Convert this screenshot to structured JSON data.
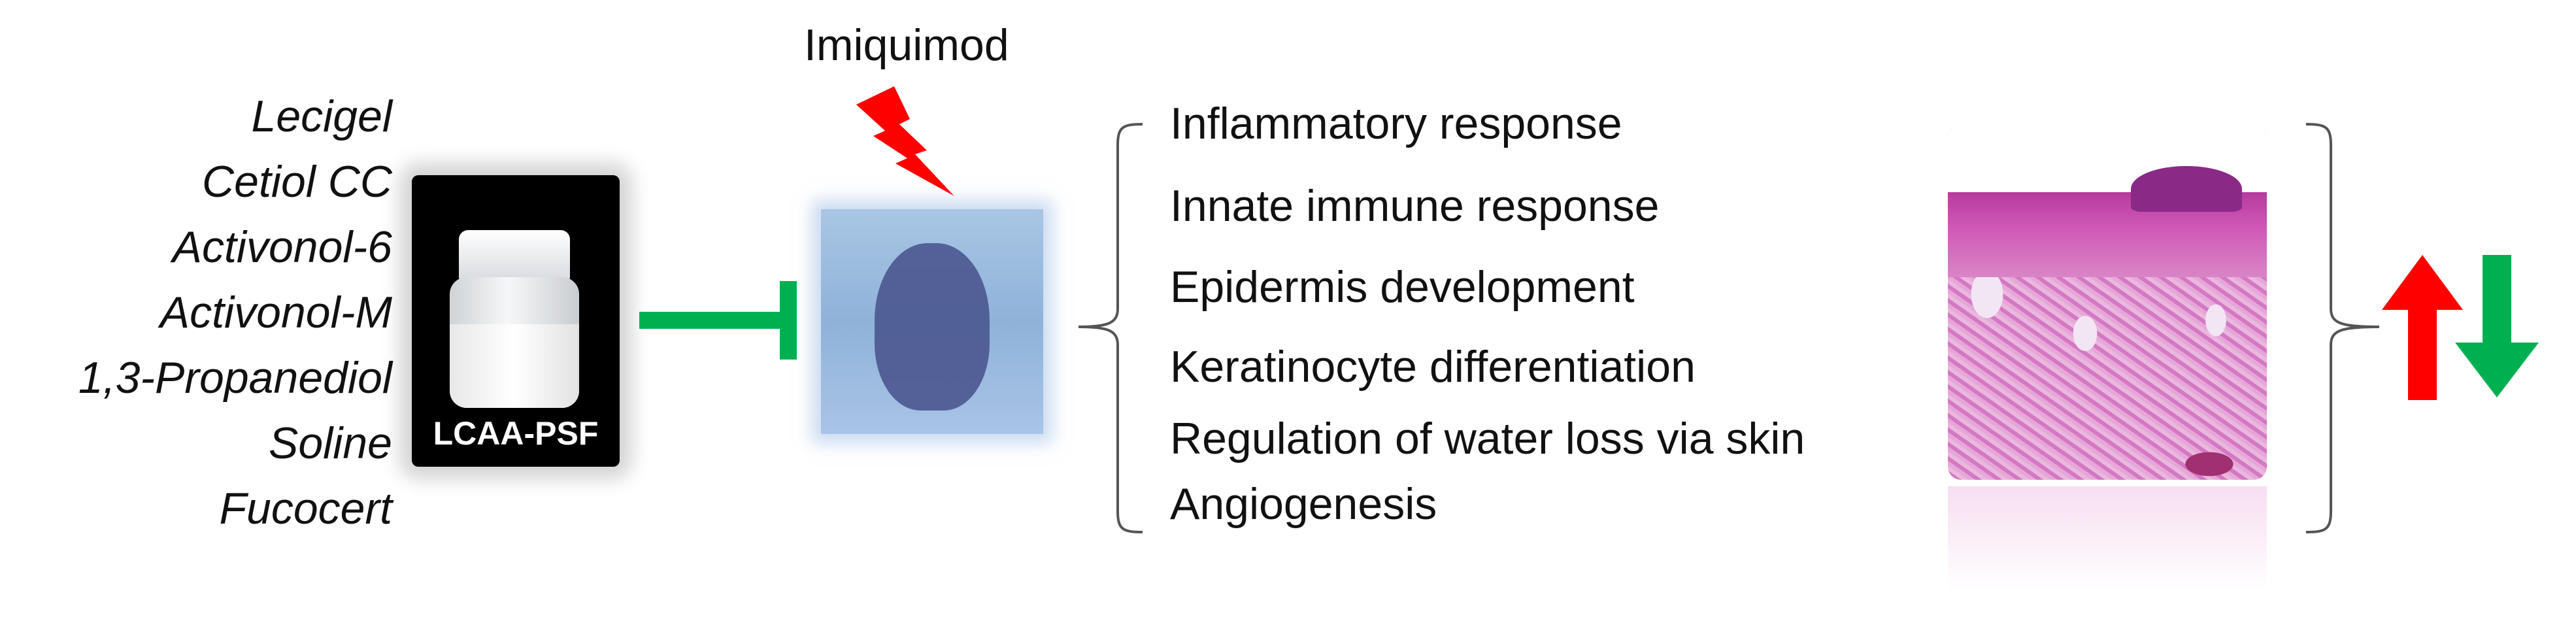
{
  "ingredients": [
    "Lecigel",
    "Cetiol CC",
    "Activonol-6",
    "Activonol-M",
    "1,3-Propanediol",
    "Soline",
    "Fucocert"
  ],
  "product_label": "LCAA-PSF",
  "stimulus_label": "Imiquimod",
  "responses": [
    "Inflammatory response",
    "Innate immune response",
    "Epidermis development",
    "Keratinocyte differentiation",
    "Regulation of water loss via skin",
    "Angiogenesis"
  ],
  "icons": {
    "stimulus": "lightning-bolt-icon",
    "inhibition": "inhibition-t-bar",
    "up": "up-arrow-icon",
    "down": "down-arrow-icon"
  },
  "colors": {
    "inhibition": "#00b050",
    "bolt": "#ff0000",
    "up_arrow": "#ff0000",
    "down_arrow": "#00b050",
    "bracket": "#555555"
  }
}
